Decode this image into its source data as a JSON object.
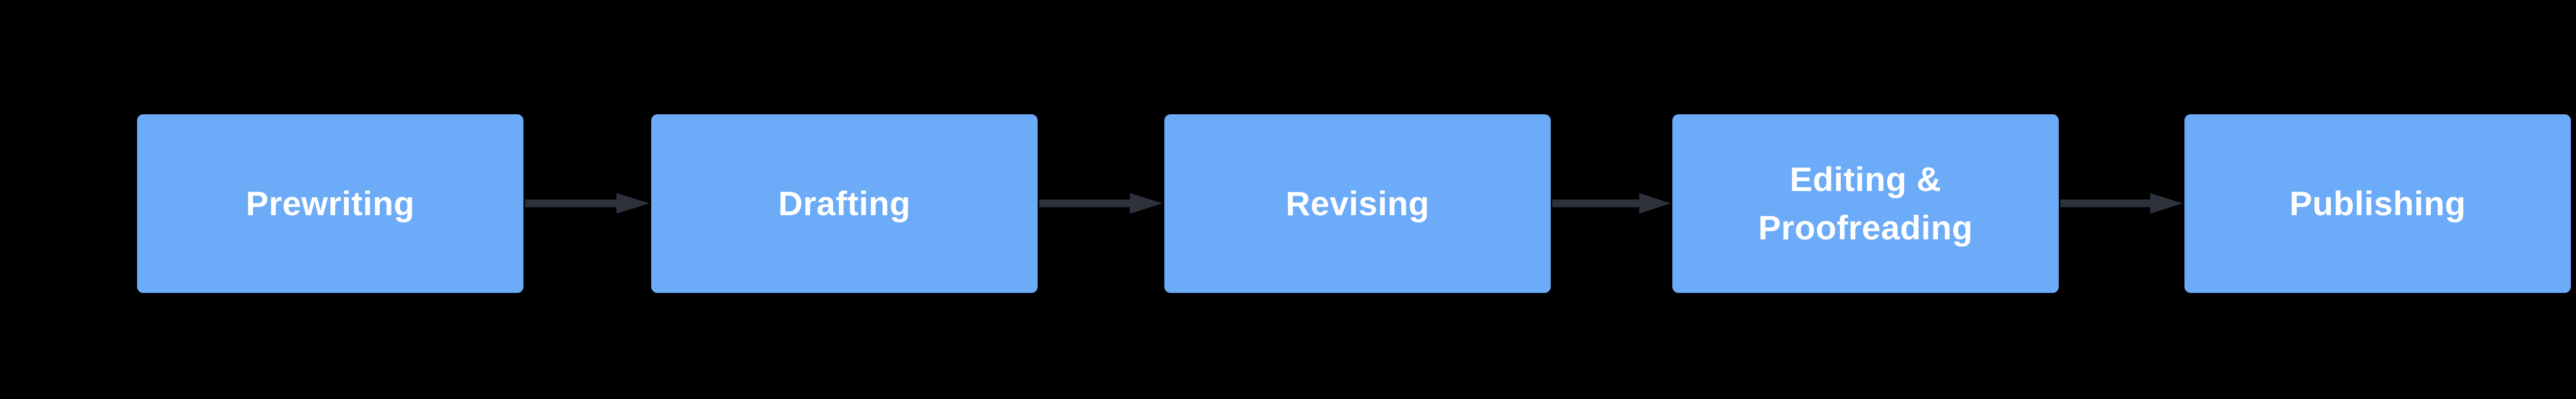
{
  "theme": {
    "canvas-bg": "#000000",
    "node-fill": "#6babf7",
    "node-text": "#ffffff",
    "arrow-color": "#2d323c"
  },
  "flowchart": {
    "nodes": [
      {
        "id": "prewriting",
        "label": "Prewriting"
      },
      {
        "id": "drafting",
        "label": "Drafting"
      },
      {
        "id": "revising",
        "label": "Revising"
      },
      {
        "id": "editing-proofreading",
        "label": "Editing &\nProofreading"
      },
      {
        "id": "publishing",
        "label": "Publishing"
      }
    ],
    "connections": [
      {
        "from": "prewriting",
        "to": "drafting",
        "direction": "right"
      },
      {
        "from": "drafting",
        "to": "revising",
        "direction": "right"
      },
      {
        "from": "revising",
        "to": "editing-proofreading",
        "direction": "right"
      },
      {
        "from": "editing-proofreading",
        "to": "publishing",
        "direction": "right"
      }
    ]
  }
}
